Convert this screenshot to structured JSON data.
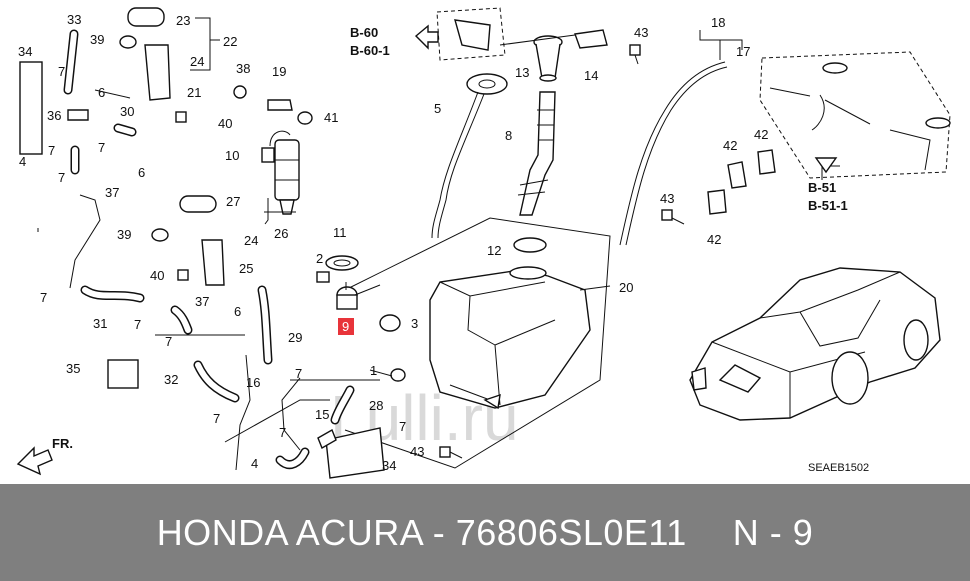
{
  "diagram": {
    "callouts": [
      "1",
      "2",
      "3",
      "4",
      "5",
      "6",
      "7",
      "8",
      "9",
      "10",
      "11",
      "12",
      "13",
      "14",
      "15",
      "16",
      "17",
      "18",
      "19",
      "20",
      "21",
      "22",
      "23",
      "24",
      "25",
      "26",
      "27",
      "28",
      "29",
      "30",
      "31",
      "32",
      "33",
      "34",
      "35",
      "36",
      "37",
      "38",
      "39",
      "40",
      "41",
      "42",
      "43"
    ],
    "highlighted": "9",
    "refs": {
      "top_left": [
        "B-60",
        "B-60-1"
      ],
      "right": [
        "B-51",
        "B-51-1"
      ]
    },
    "front_arrow": "FR.",
    "code": "SEAEB1502",
    "watermark": "Lulli.ru"
  },
  "footer": {
    "title": "HONDA ACURA - 76806SL0E11",
    "position": "N - 9"
  },
  "colors": {
    "footer_bg": "#7f7f7f",
    "highlight": "#e8343a",
    "watermark": "#d9d9d9"
  }
}
